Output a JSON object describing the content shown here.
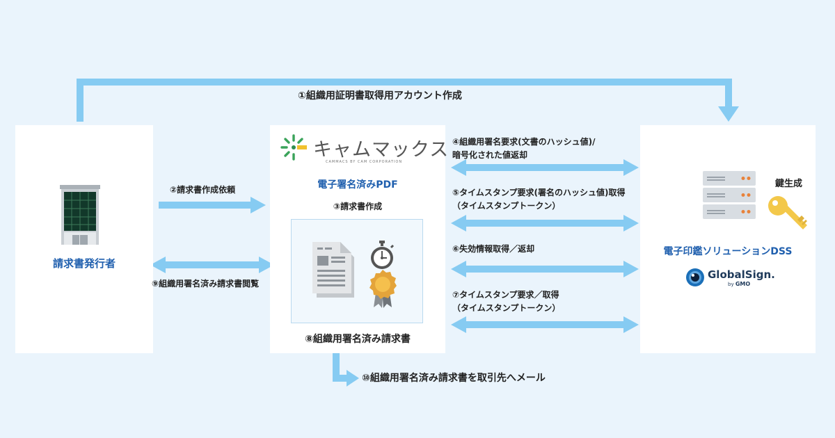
{
  "colors": {
    "background": "#eaf4fc",
    "arrow": "#86cbf2",
    "accent_blue": "#1f5fae",
    "logo_green": "#3aa35a"
  },
  "issuer": {
    "title": "請求書発行者"
  },
  "cammacs": {
    "logo_text": "キャムマックス",
    "logo_sub": "CAMMACS BY CAM CORPORATION",
    "pdf_title": "電子署名済みPDF",
    "create_label": "③請求書作成",
    "doc_label": "⑧組織用署名済み請求書"
  },
  "dss": {
    "title": "電子印鑑ソリューションDSS",
    "key_label": "鍵生成",
    "globalsign_name": "GlobalSign.",
    "globalsign_by": "by",
    "globalsign_gmo": "GMO"
  },
  "steps": {
    "s1": "①組織用証明書取得用アカウント作成",
    "s2": "②請求書作成依頼",
    "s4a": "④組織用署名要求(文書のハッシュ値)/",
    "s4b": "暗号化された値返却",
    "s5a": "⑤タイムスタンプ要求(署名のハッシュ値)取得",
    "s5b": "（タイムスタンプトークン）",
    "s6": "⑥失効情報取得／返却",
    "s7a": "⑦タイムスタンプ要求／取得",
    "s7b": "（タイムスタンプトークン）",
    "s9": "⑨組織用署名済み請求書閲覧",
    "s10": "⑩組織用署名済み請求書を取引先へメール"
  },
  "icons": [
    "building-icon",
    "cammacs-logo-icon",
    "document-icon",
    "stopwatch-icon",
    "award-icon",
    "server-icon",
    "key-icon",
    "globalsign-eye-icon"
  ]
}
